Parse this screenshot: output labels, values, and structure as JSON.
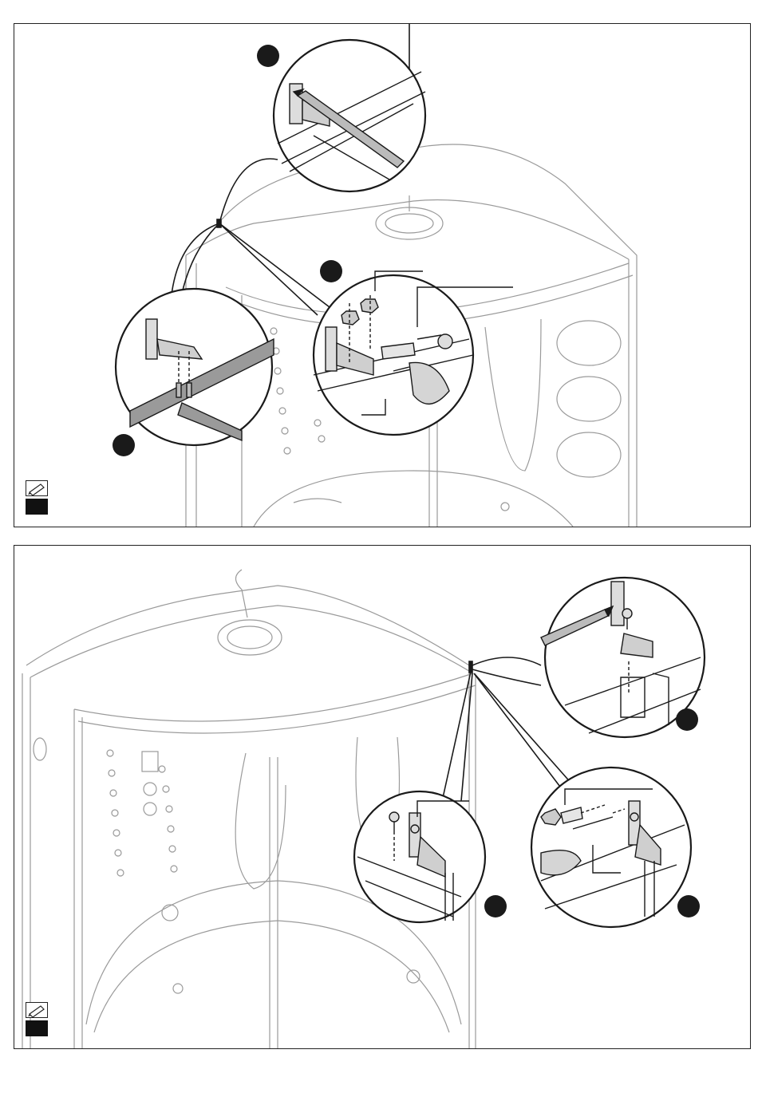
{
  "colors": {
    "outline": "#8a8a8a",
    "detail_line": "#1a1a1a",
    "callout_fill": "#ffffff",
    "step_dot": "#1a1a1a",
    "rail_fill": "#9a9a9a"
  },
  "panels": [
    {
      "id": "top",
      "callouts": [
        "pencil-marking-detail",
        "drill-and-anchor-detail",
        "bracket-on-rail-detail"
      ],
      "tool_icon": "pencil-icon"
    },
    {
      "id": "bottom",
      "callouts": [
        "pencil-marking-detail",
        "screw-bracket-detail",
        "drill-anchor-detail"
      ],
      "tool_icon": "pencil-icon"
    }
  ]
}
